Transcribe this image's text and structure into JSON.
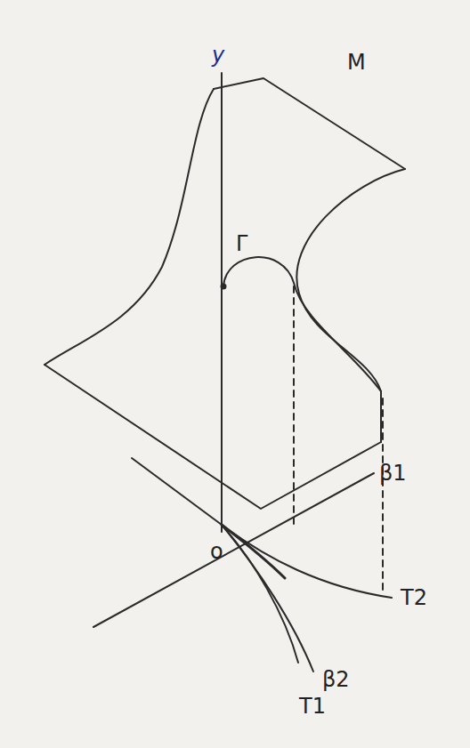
{
  "diagram": {
    "labels": [
      "y",
      "M",
      "Γ",
      "o",
      "β1",
      "β2",
      "T1",
      "T2"
    ]
  }
}
